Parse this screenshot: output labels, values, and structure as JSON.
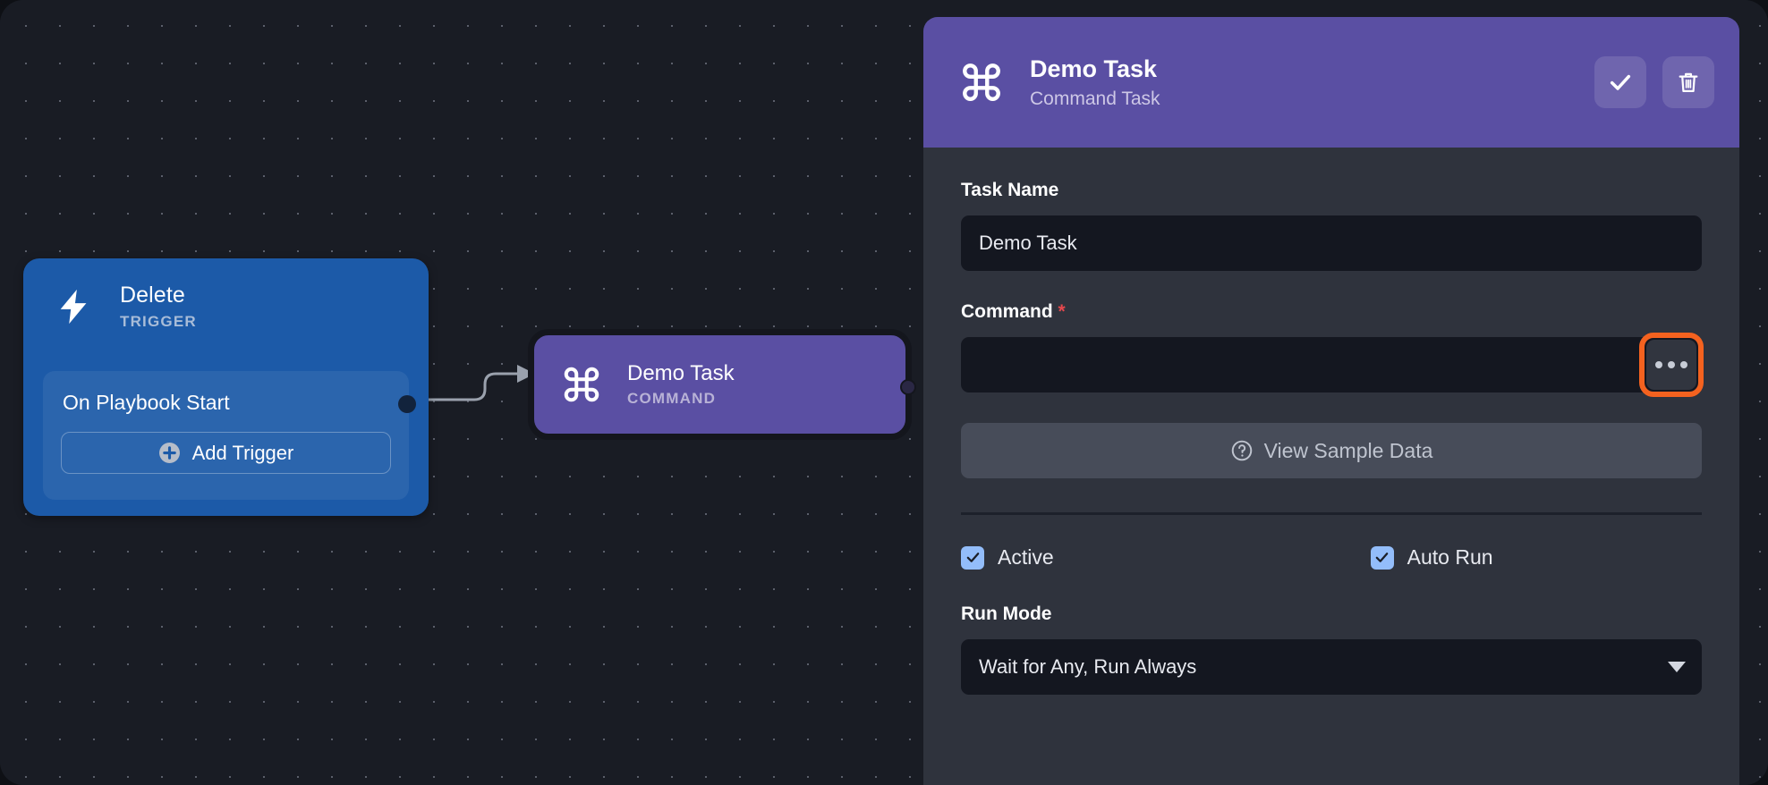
{
  "canvas": {
    "trigger_node": {
      "icon": "lightning-bolt-icon",
      "title": "Delete",
      "subtitle": "TRIGGER",
      "row_label": "On Playbook Start",
      "add_button_label": "Add Trigger",
      "add_button_icon": "plus-circle-icon",
      "color": "#1c5aa8"
    },
    "command_node": {
      "icon": "command-icon",
      "title": "Demo Task",
      "subtitle": "COMMAND",
      "color": "#5a4fa3",
      "selected": true
    },
    "edge": {
      "from": "trigger-node-output-port",
      "to": "command-node-input-port",
      "color": "#9aa1ad"
    },
    "background_color": "#191c24"
  },
  "panel": {
    "header": {
      "icon": "command-icon",
      "title": "Demo Task",
      "subtitle": "Command Task",
      "color": "#5a4fa3",
      "save_icon": "check-icon",
      "delete_icon": "trash-icon"
    },
    "fields": {
      "task_name": {
        "label": "Task Name",
        "value": "Demo Task",
        "placeholder": "Task Name"
      },
      "command": {
        "label": "Command",
        "required_marker": "*",
        "value": "",
        "placeholder": "",
        "more_button_icon": "ellipsis-icon",
        "highlight_color": "#f4621f"
      },
      "sample_data_button": {
        "label": "View Sample Data",
        "icon": "question-circle-icon"
      },
      "checkboxes": [
        {
          "label": "Active",
          "checked": true
        },
        {
          "label": "Auto Run",
          "checked": true
        }
      ],
      "run_mode": {
        "label": "Run Mode",
        "value": "Wait for Any, Run Always"
      }
    }
  }
}
